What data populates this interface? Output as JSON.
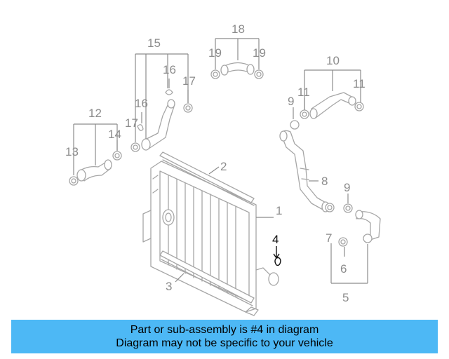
{
  "callouts": {
    "c1": "1",
    "c2": "2",
    "c3": "3",
    "c4": "4",
    "c5": "5",
    "c6": "6",
    "c7": "7",
    "c8": "8",
    "c9a": "9",
    "c9b": "9",
    "c10": "10",
    "c11a": "11",
    "c11b": "11",
    "c12": "12",
    "c13": "13",
    "c14": "14",
    "c15": "15",
    "c16a": "16",
    "c16b": "16",
    "c17a": "17",
    "c17b": "17",
    "c18": "18",
    "c19a": "19",
    "c19b": "19"
  },
  "highlight_part": "4",
  "banner": {
    "line1": "Part or sub-assembly is #4 in diagram",
    "line2": "Diagram may not be specific to your vehicle"
  },
  "colors": {
    "banner": "#4db8f5",
    "line_art": "#a6a6a6",
    "highlight": "#111111"
  }
}
